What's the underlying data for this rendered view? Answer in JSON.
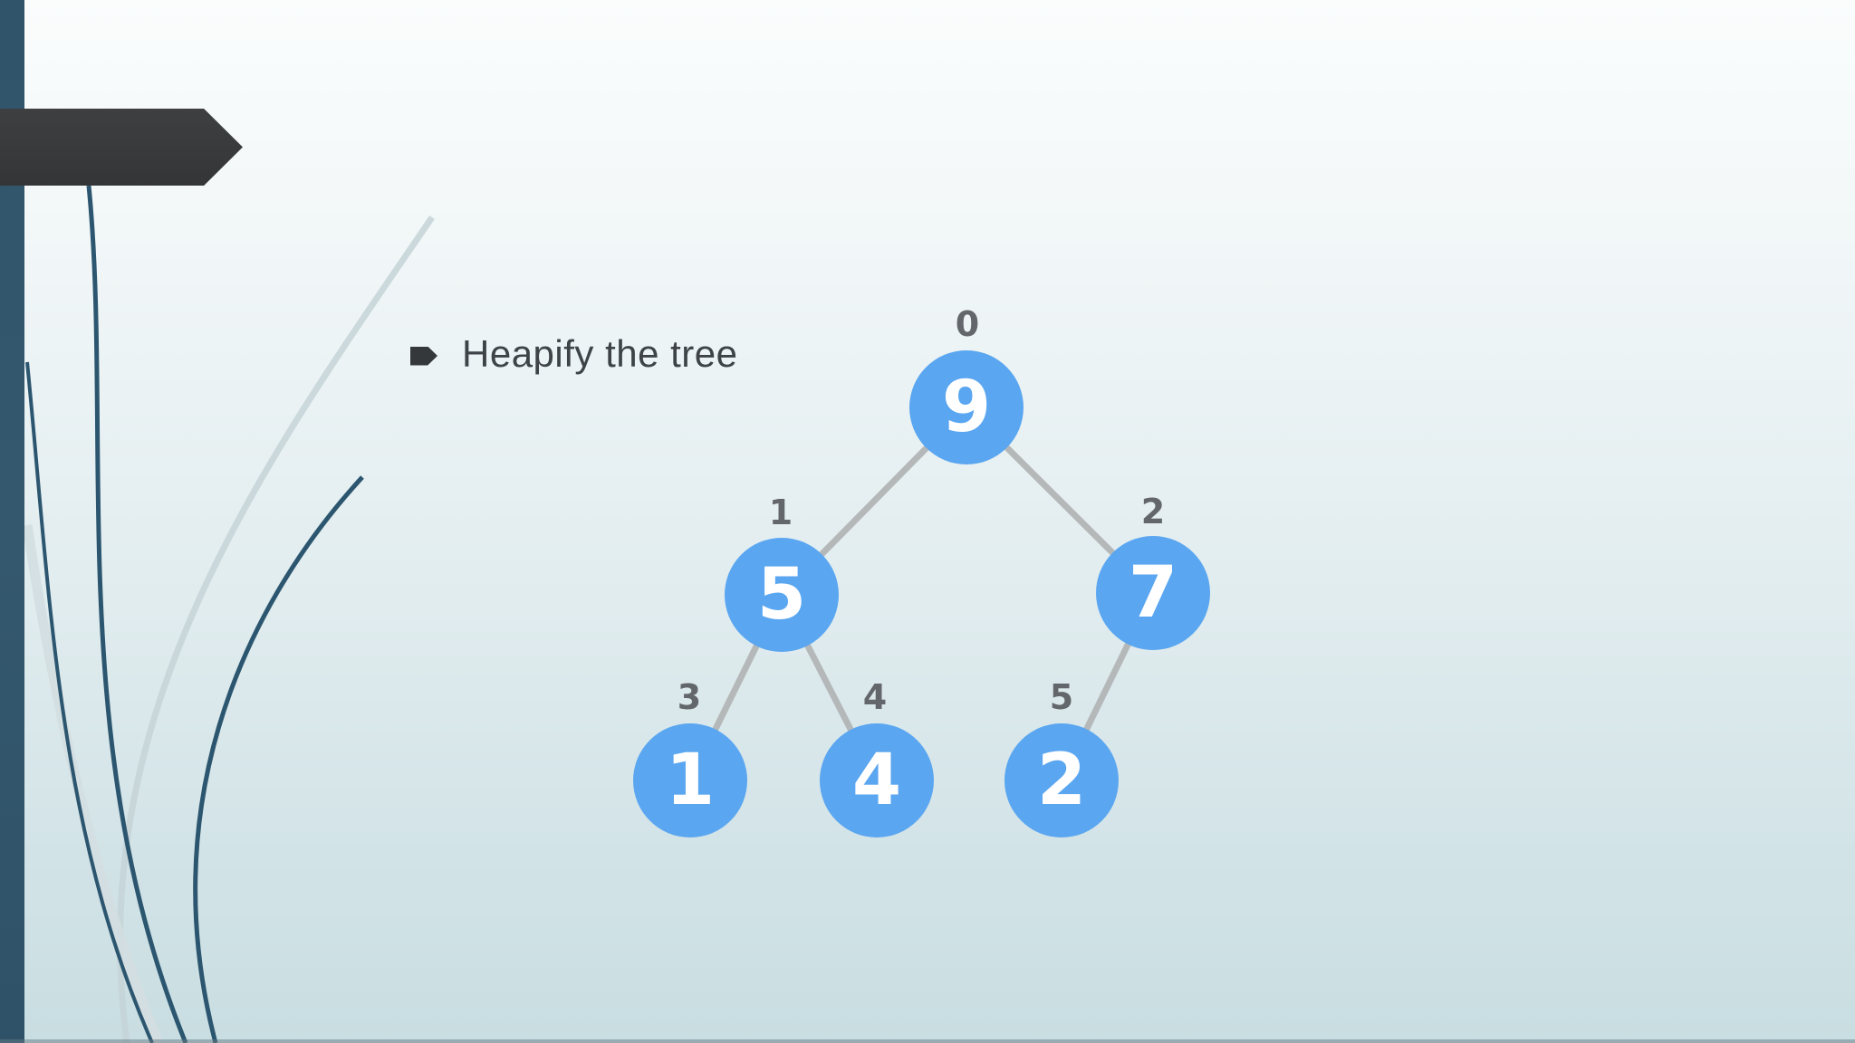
{
  "slide": {
    "bullet_text": "Heapify the tree"
  },
  "tree": {
    "type": "binary-heap-diagram",
    "nodes": [
      {
        "index": "0",
        "value": "9"
      },
      {
        "index": "1",
        "value": "5"
      },
      {
        "index": "2",
        "value": "7"
      },
      {
        "index": "3",
        "value": "1"
      },
      {
        "index": "4",
        "value": "4"
      },
      {
        "index": "5",
        "value": "2"
      }
    ],
    "edges": [
      {
        "from": "0",
        "to": "1"
      },
      {
        "from": "0",
        "to": "2"
      },
      {
        "from": "1",
        "to": "3"
      },
      {
        "from": "1",
        "to": "4"
      },
      {
        "from": "2",
        "to": "5"
      }
    ]
  },
  "colors": {
    "node_fill": "#5aa6f0",
    "node_text": "#ffffff",
    "edge_line": "#b5b8b9",
    "index_label": "#63676b",
    "bullet_text": "#3e4347",
    "banner": "#393a3c",
    "left_bar": "#32566b",
    "swoosh_dark": "#2c566f",
    "swoosh_light": "#c6d3d7",
    "background_top": "#fbfdfd",
    "background_bottom": "#c9dee2"
  }
}
